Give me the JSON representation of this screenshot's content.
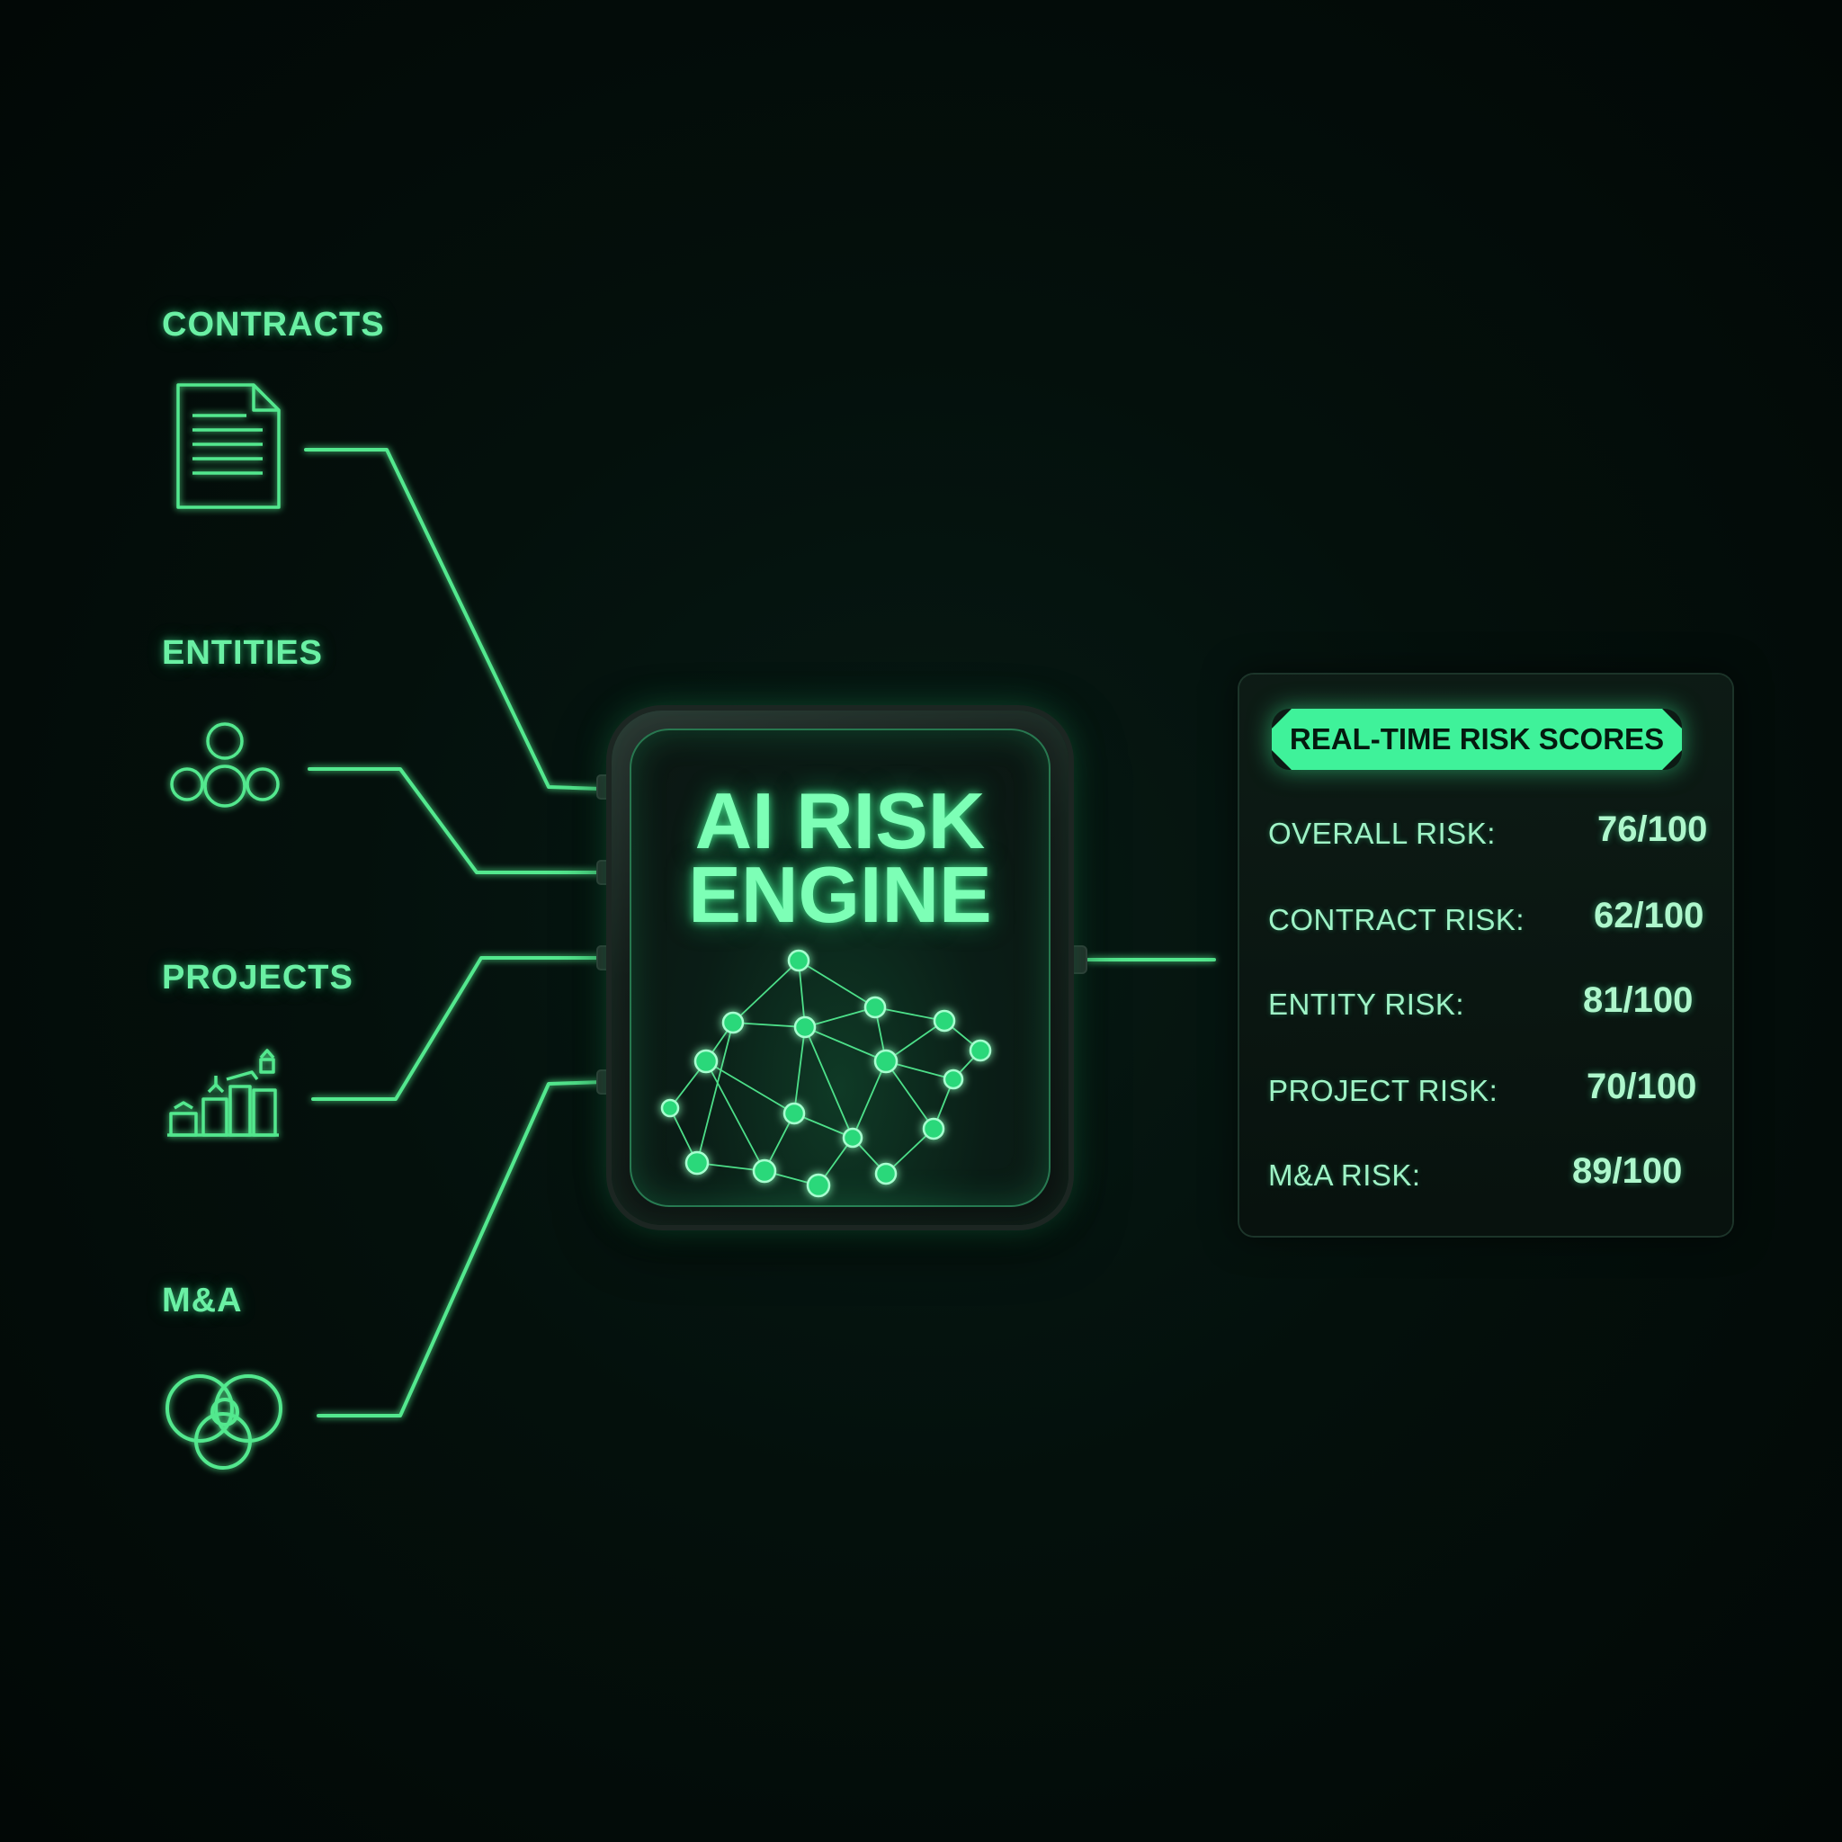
{
  "inputs": {
    "contracts": {
      "label": "CONTRACTS",
      "icon": "document-icon"
    },
    "entities": {
      "label": "ENTITIES",
      "icon": "entity-network-icon"
    },
    "projects": {
      "label": "PROJECTS",
      "icon": "bar-growth-icon"
    },
    "ma": {
      "label": "M&A",
      "icon": "overlapping-circles-icon"
    }
  },
  "engine": {
    "title_line1": "AI RISK",
    "title_line2": "ENGINE"
  },
  "scores_panel": {
    "header": "REAL-TIME RISK SCORES",
    "rows": [
      {
        "name": "OVERALL RISK:",
        "value": "76/100",
        "score": 76
      },
      {
        "name": "CONTRACT RISK:",
        "value": "62/100",
        "score": 62
      },
      {
        "name": "ENTITY RISK:",
        "value": "81/100",
        "score": 81
      },
      {
        "name": "PROJECT RISK:",
        "value": "70/100",
        "score": 70
      },
      {
        "name": "M&A RISK:",
        "value": "89/100",
        "score": 89
      }
    ]
  },
  "colors": {
    "accent": "#3ff29a",
    "text_glow": "#6af0a4",
    "background": "#04100c"
  }
}
